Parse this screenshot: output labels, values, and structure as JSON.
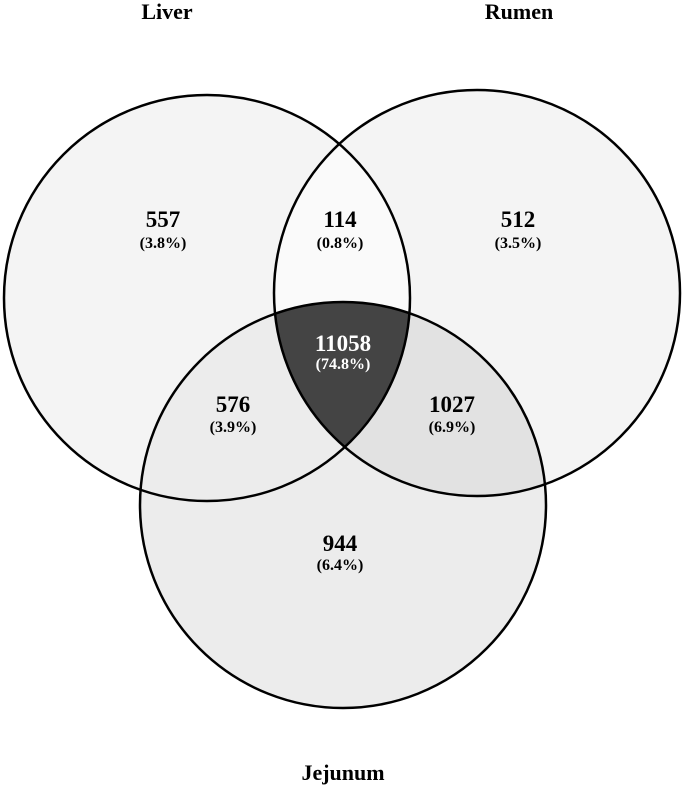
{
  "sets": {
    "a": {
      "label": "Liver"
    },
    "b": {
      "label": "Rumen"
    },
    "c": {
      "label": "Jejunum"
    }
  },
  "regions": {
    "a_only": {
      "count": "557",
      "percent": "(3.8%)",
      "fill": "#f4f4f4"
    },
    "b_only": {
      "count": "512",
      "percent": "(3.5%)",
      "fill": "#f4f4f4"
    },
    "c_only": {
      "count": "944",
      "percent": "(6.4%)",
      "fill": "#ececec"
    },
    "ab": {
      "count": "114",
      "percent": "(0.8%)",
      "fill": "#fafafa"
    },
    "ac": {
      "count": "576",
      "percent": "(3.9%)",
      "fill": "#ececec"
    },
    "bc": {
      "count": "1027",
      "percent": "(6.9%)",
      "fill": "#e2e2e2"
    },
    "abc": {
      "count": "11058",
      "percent": "(74.8%)",
      "fill": "#444444"
    }
  }
}
